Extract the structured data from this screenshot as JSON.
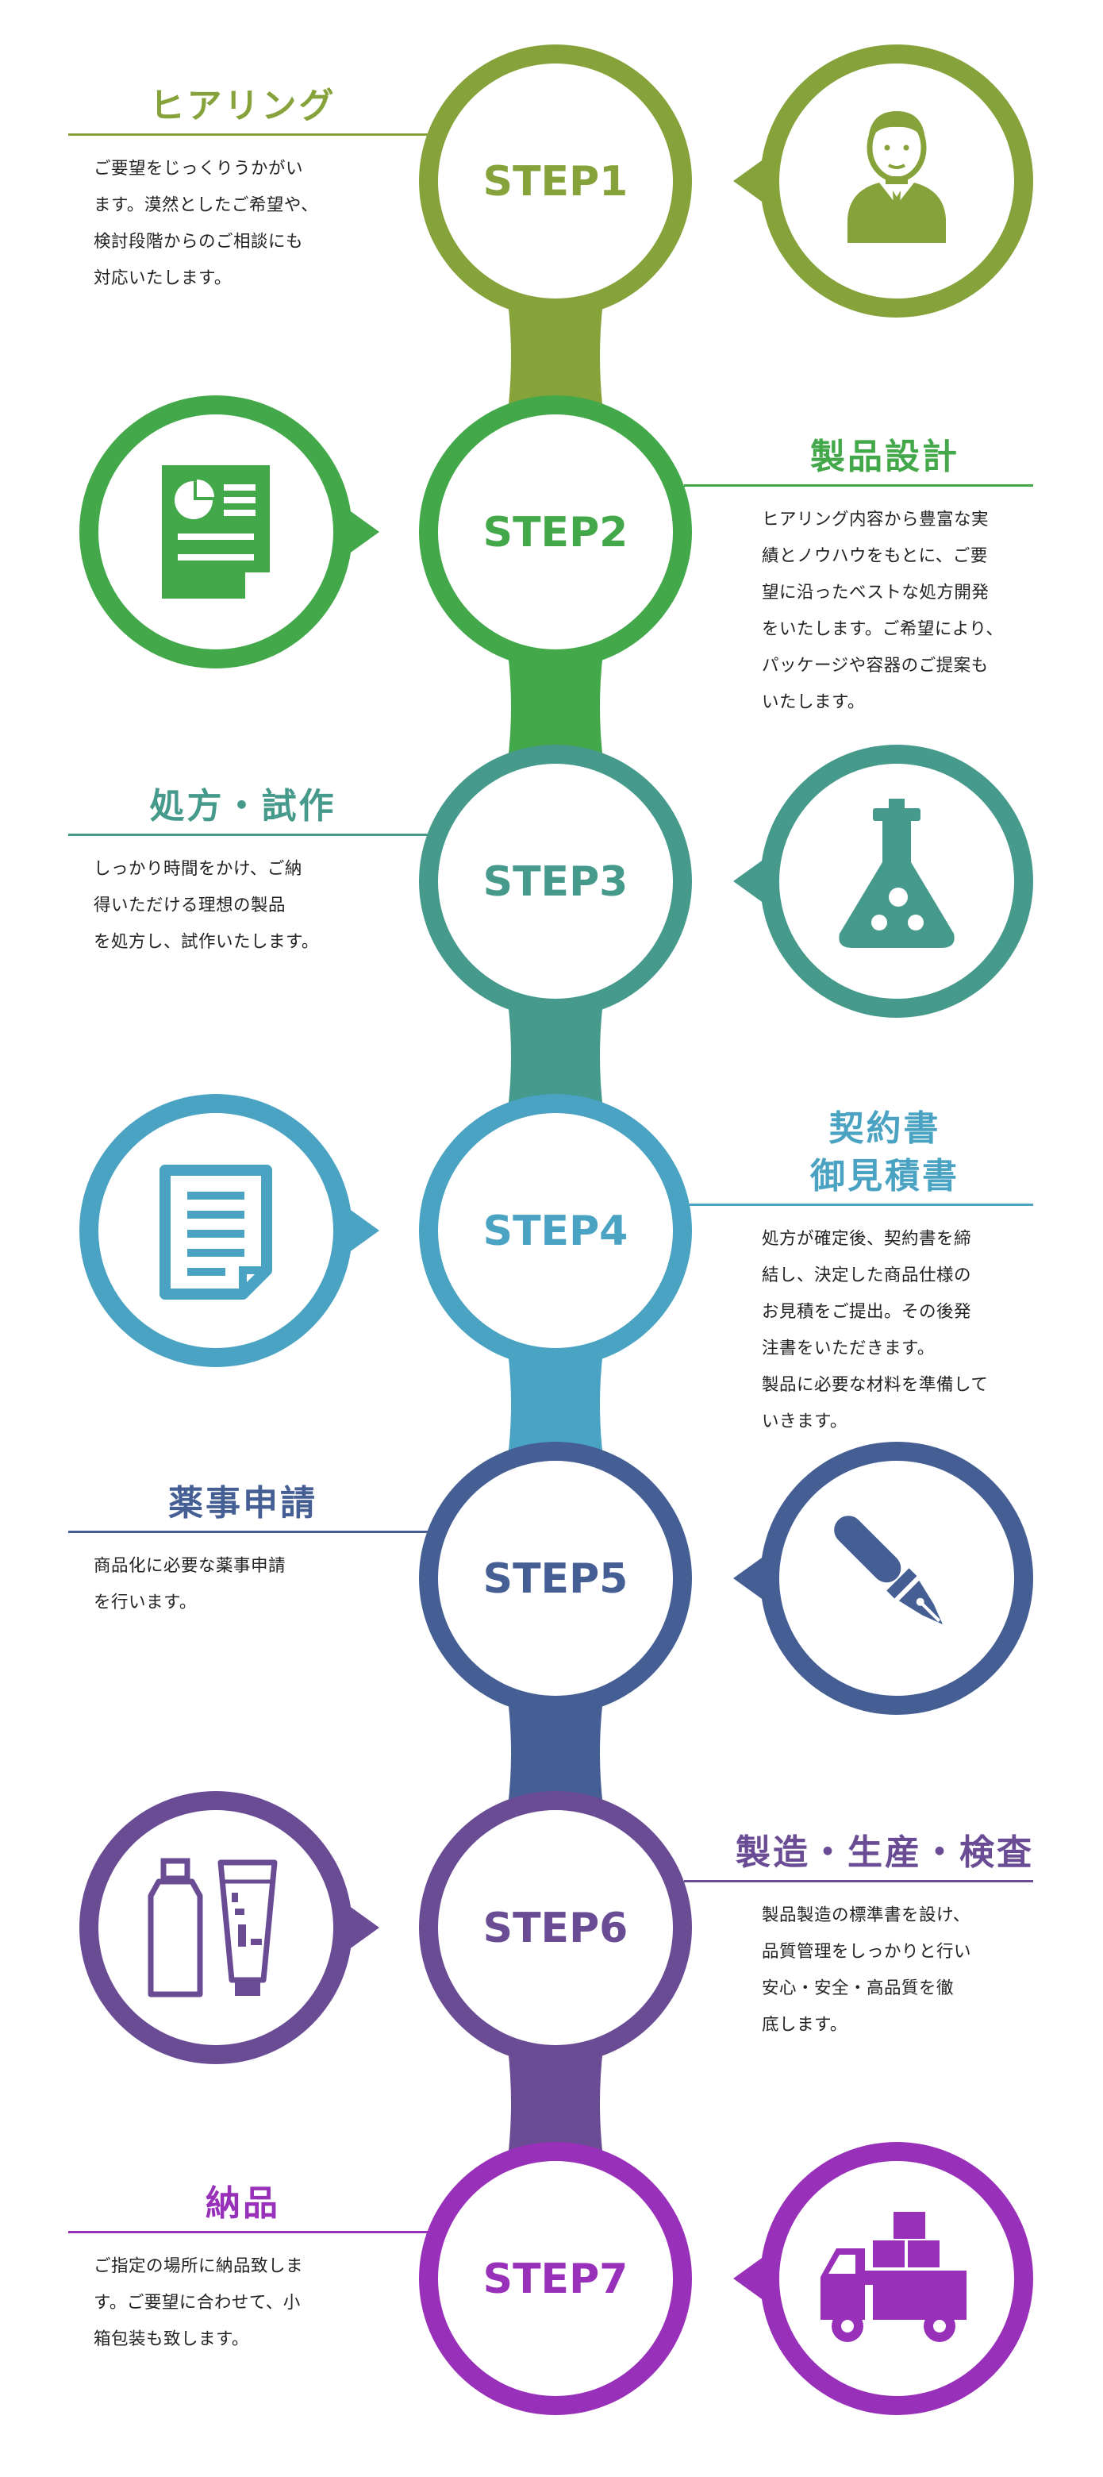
{
  "steps": [
    {
      "step": "STEP1",
      "title": "ヒアリング",
      "description": "ご要望をじっくりうかがい\nます。漠然としたご希望や、\n検討段階からのご相談にも\n対応いたします。",
      "color": "#86a23a",
      "icon": "businessman-icon"
    },
    {
      "step": "STEP2",
      "title": "製品設計",
      "description": "ヒアリング内容から豊富な実\n績とノウハウをもとに、ご要\n望に沿ったベストな処方開発\nをいたします。ご希望により、\nパッケージや容器のご提案も\nいたします。",
      "color": "#43a84a",
      "icon": "report-document-icon"
    },
    {
      "step": "STEP3",
      "title": "処方・試作",
      "description": "しっかり時間をかけ、ご納\n得いただける理想の製品\nを処方し、試作いたします。",
      "color": "#469a8c",
      "icon": "flask-icon"
    },
    {
      "step": "STEP4",
      "title": "契約書\n御見積書",
      "description": "処方が確定後、契約書を締\n結し、決定した商品仕様の\nお見積をご提出。その後発\n注書をいただきます。\n製品に必要な材料を準備して\nいきます。",
      "color": "#4aa3c2",
      "icon": "contract-document-icon"
    },
    {
      "step": "STEP5",
      "title": "薬事申請",
      "description": "商品化に必要な薬事申請\nを行います。",
      "color": "#455f95",
      "icon": "fountain-pen-icon"
    },
    {
      "step": "STEP6",
      "title": "製造・生産・検査",
      "description": "製品製造の標準書を設け、\n品質管理をしっかりと行い\n安心・安全・高品質を徹\n底します。",
      "color": "#6a4c95",
      "icon": "cosmetics-bottle-icon"
    },
    {
      "step": "STEP7",
      "title": "納品",
      "description": "ご指定の場所に納品致しま\nす。ご要望に合わせて、小\n箱包装も致します。",
      "color": "#9830ba",
      "icon": "delivery-truck-icon"
    }
  ]
}
